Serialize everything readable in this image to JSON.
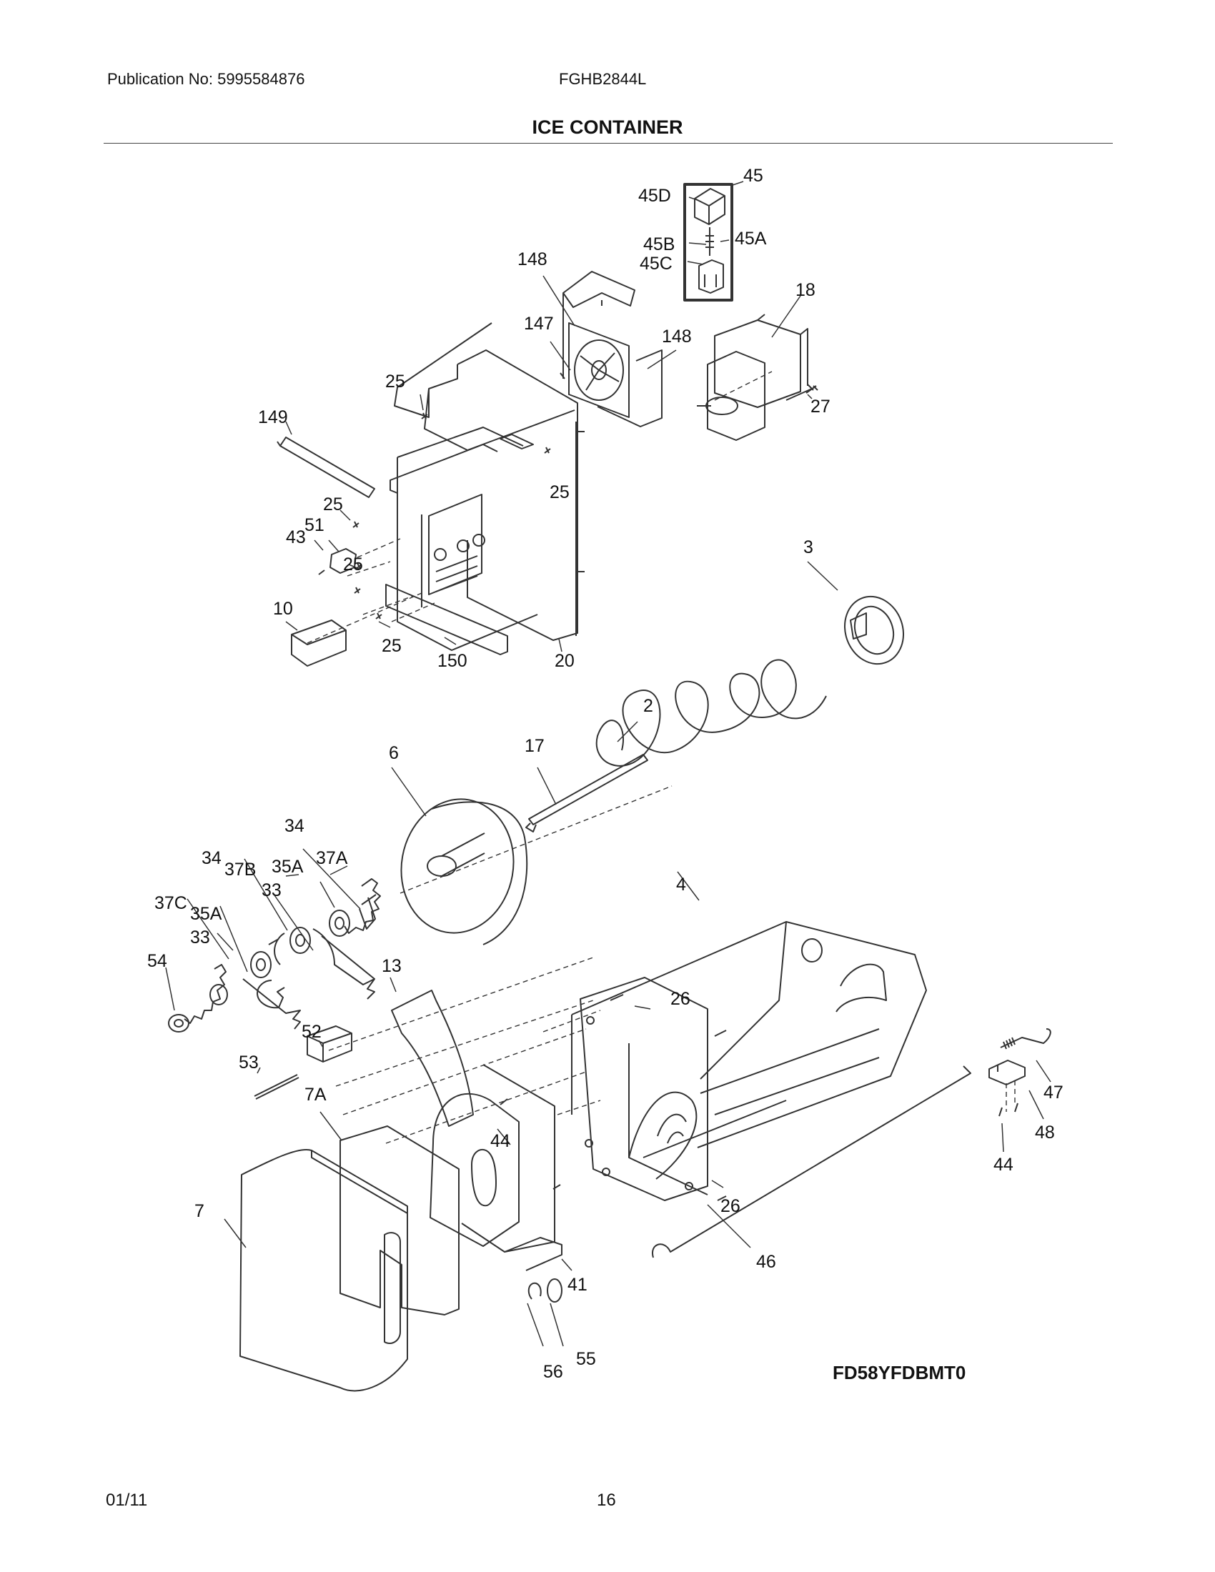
{
  "header": {
    "publication": "Publication No: 5995584876",
    "model": "FGHB2844L",
    "section_title": "ICE CONTAINER"
  },
  "figure_code": "FD58YFDBMT0",
  "footer": {
    "date": "01/11",
    "page": "16"
  },
  "callouts": [
    {
      "label": "45"
    },
    {
      "label": "45D"
    },
    {
      "label": "45A"
    },
    {
      "label": "45B"
    },
    {
      "label": "45C"
    },
    {
      "label": "148"
    },
    {
      "label": "147"
    },
    {
      "label": "148"
    },
    {
      "label": "18"
    },
    {
      "label": "25"
    },
    {
      "label": "27"
    },
    {
      "label": "149"
    },
    {
      "label": "25"
    },
    {
      "label": "25"
    },
    {
      "label": "51"
    },
    {
      "label": "43"
    },
    {
      "label": "25"
    },
    {
      "label": "3"
    },
    {
      "label": "10"
    },
    {
      "label": "25"
    },
    {
      "label": "150"
    },
    {
      "label": "20"
    },
    {
      "label": "2"
    },
    {
      "label": "17"
    },
    {
      "label": "6"
    },
    {
      "label": "34"
    },
    {
      "label": "34"
    },
    {
      "label": "37B"
    },
    {
      "label": "35A"
    },
    {
      "label": "37A"
    },
    {
      "label": "33"
    },
    {
      "label": "37C"
    },
    {
      "label": "35A"
    },
    {
      "label": "33"
    },
    {
      "label": "4"
    },
    {
      "label": "54"
    },
    {
      "label": "13"
    },
    {
      "label": "26"
    },
    {
      "label": "52"
    },
    {
      "label": "53"
    },
    {
      "label": "7A"
    },
    {
      "label": "44"
    },
    {
      "label": "47"
    },
    {
      "label": "48"
    },
    {
      "label": "44"
    },
    {
      "label": "7"
    },
    {
      "label": "26"
    },
    {
      "label": "46"
    },
    {
      "label": "41"
    },
    {
      "label": "55"
    },
    {
      "label": "56"
    }
  ]
}
